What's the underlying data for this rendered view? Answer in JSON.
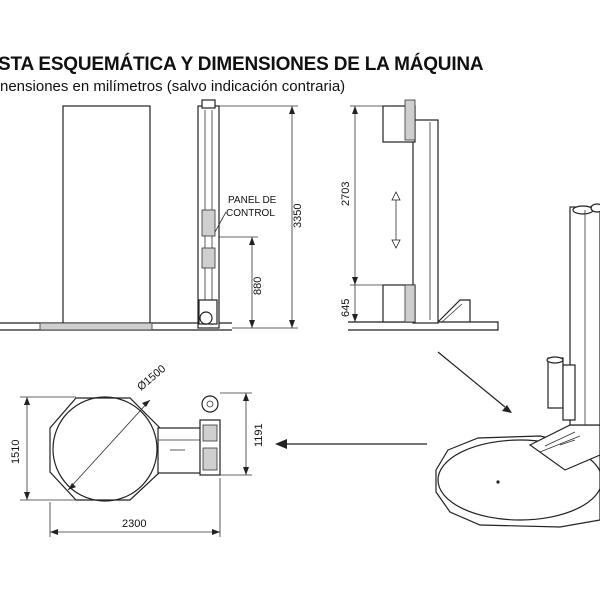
{
  "title": "STA ESQUEMÁTICA Y DIMENSIONES DE LA MÁQUINA",
  "subtitle": "nensiones en milímetros (salvo indicación contraria)",
  "labels": {
    "panel_line1": "PANEL DE",
    "panel_line2": "CONTROL"
  },
  "dimensions": {
    "total_height": "3350",
    "panel_height": "880",
    "mast_height": "2703",
    "base_height": "645",
    "diameter": "Ø1500",
    "depth": "1510",
    "mast_depth": "1191",
    "width": "2300"
  }
}
